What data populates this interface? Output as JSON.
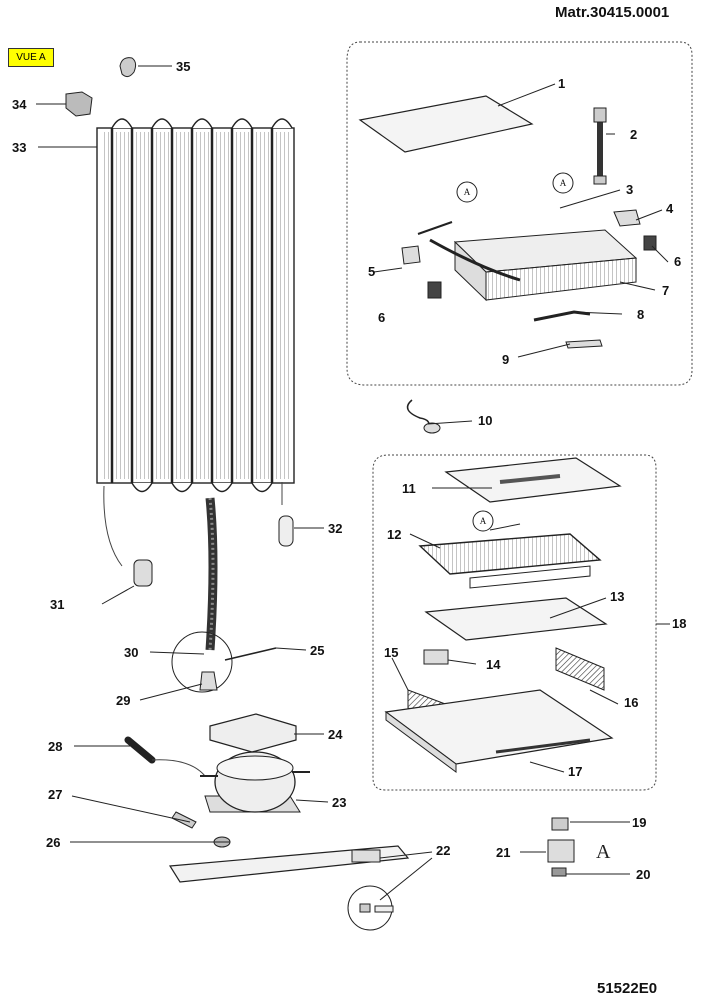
{
  "header": {
    "matricule": "Matr.30415.0001",
    "view_tag": "VUE A",
    "footer_code": "51522E0"
  },
  "callouts": {
    "c1": "1",
    "c2": "2",
    "c3": "3",
    "c4": "4",
    "c5": "5",
    "c6a": "6",
    "c6b": "6",
    "c7": "7",
    "c8": "8",
    "c9": "9",
    "c10": "10",
    "c11": "11",
    "c12": "12",
    "c13": "13",
    "c14": "14",
    "c15": "15",
    "c16": "16",
    "c17": "17",
    "c18": "18",
    "c19": "19",
    "c20": "20",
    "c21": "21",
    "c22": "22",
    "c23": "23",
    "c24": "24",
    "c25": "25",
    "c26": "26",
    "c27": "27",
    "c28": "28",
    "c29": "29",
    "c30": "30",
    "c31": "31",
    "c32": "32",
    "c33": "33",
    "c34": "34",
    "c35": "35"
  },
  "refs": {
    "a1": "A",
    "a2": "A",
    "a3": "A",
    "a_big": "A"
  }
}
